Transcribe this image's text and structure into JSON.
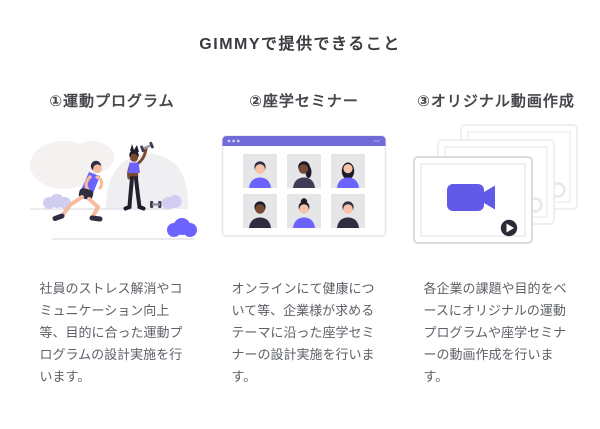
{
  "page": {
    "title": "GIMMYで提供できること"
  },
  "colors": {
    "accent_purple": "#6c63ff",
    "window_bar_purple": "#716bd8",
    "video_icon_purple": "#6159e8",
    "light_bush_purple": "#d0cdf1",
    "dark_ink": "#2f2e41",
    "body_text": "#5d6167"
  },
  "columns": [
    {
      "heading": "①運動プログラム",
      "illustration": "exercise-program",
      "description": "社員のストレス解消やコミュニケーション向上等、目的に合った運動プログラムの設計実施を行います。"
    },
    {
      "heading": "②座学セミナー",
      "illustration": "online-seminar",
      "description": "オンラインにて健康について等、企業様が求めるテーマに沿った座学セミナーの設計実施を行います。"
    },
    {
      "heading": "③オリジナル動画作成",
      "illustration": "original-video-creation",
      "description": "各企業の課題や目的をベースにオリジナルの運動プログラムや座学セミナーの動画作成を行います。"
    }
  ]
}
